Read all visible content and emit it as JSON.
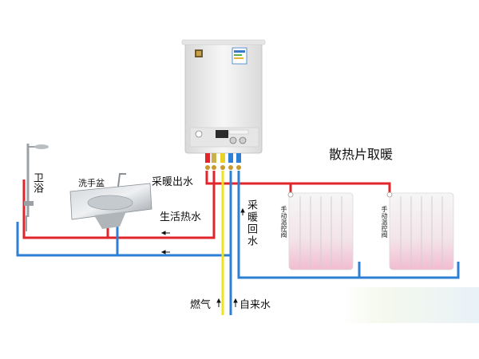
{
  "labels": {
    "radiator_heating": "散热片取暖",
    "heating_out": "采暖出水",
    "domestic_hot": "生活热水",
    "heating_return": "采暖回水",
    "gas": "燃气",
    "tap_water": "自来水",
    "shower": "卫浴",
    "sink": "洗手盆",
    "valve_1": "手动温控阀",
    "valve_2": "手动温控阀"
  },
  "colors": {
    "hot_pipe": "#e0262b",
    "cold_pipe": "#2d7fd6",
    "gas_pipe": "#f2e21a",
    "radiator_top": "#f4f4f4",
    "radiator_bottom": "#f5c9d9",
    "boiler_body": "#ececec"
  }
}
